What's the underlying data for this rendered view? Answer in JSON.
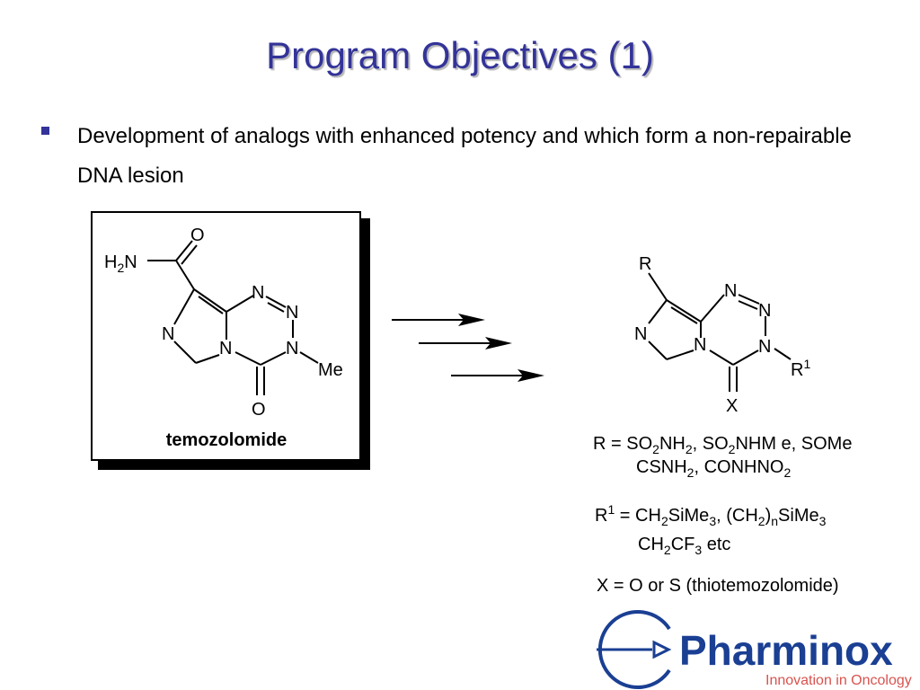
{
  "slide": {
    "title": "Program Objectives (1)",
    "bullet": "Development of analogs with enhanced potency and which form a non-repairable DNA lesion"
  },
  "temozolomide": {
    "name": "temozolomide",
    "atoms": {
      "amide_n": "N",
      "h": "H",
      "h_count": "2",
      "carbonyl_o": "O",
      "ring_n1": "N",
      "ring_n2": "N",
      "ring_n3": "N",
      "imid_n": "N",
      "bridge_n": "N",
      "lower_o": "O",
      "methyl": "Me"
    }
  },
  "analog": {
    "substituent_r": "R",
    "substituent_r1": "R",
    "r1_sup": "1",
    "substituent_x": "X",
    "atoms": {
      "ring_n1": "N",
      "ring_n2": "N",
      "ring_n3": "N",
      "imid_n": "N",
      "bridge_n": "N"
    }
  },
  "definitions": {
    "r_line1_parts": [
      "R = SO",
      "2",
      "NH",
      "2",
      ", SO",
      "2",
      "NHM e, SOMe"
    ],
    "r_line2_parts": [
      "CSNH",
      "2",
      ", CONHNO",
      "2"
    ],
    "r1_line1_parts": [
      "R",
      "1",
      " = CH",
      "2",
      "SiMe",
      "3",
      ", (CH",
      "2",
      ")",
      "n",
      "SiMe",
      "3"
    ],
    "r1_line2_parts": [
      "CH",
      "2",
      "CF",
      "3",
      " etc"
    ],
    "x_line": "X = O or S (thiotemozolomide)"
  },
  "logo": {
    "name": "Pharminox",
    "tagline": "Innovation in Oncology",
    "brand_color": "#1a3f93",
    "tagline_color": "#d9534f"
  },
  "colors": {
    "title": "#333399",
    "bullet": "#333399"
  }
}
